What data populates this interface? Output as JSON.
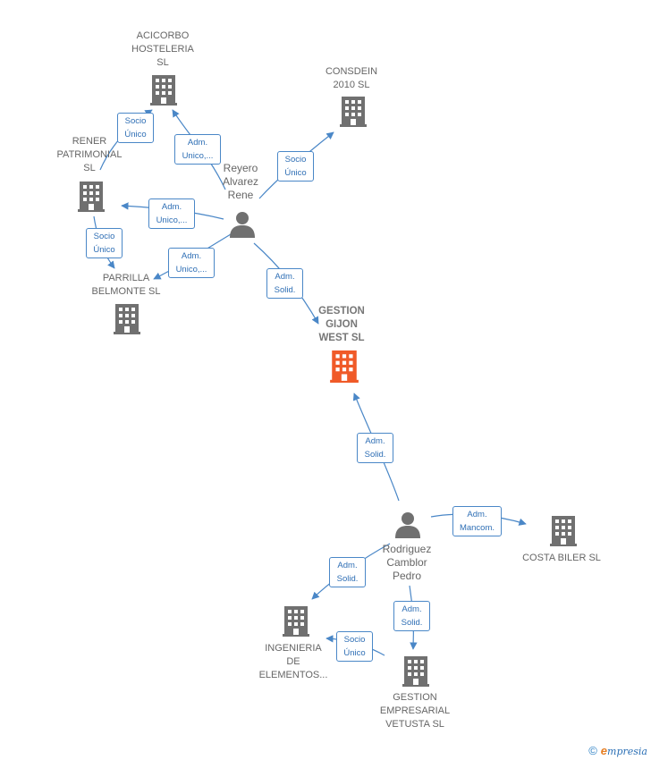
{
  "companies": [
    {
      "id": "acicorbo",
      "label": "ACICORBO\nHOSTELERIA\nSL"
    },
    {
      "id": "consdein",
      "label": "CONSDEIN\n2010 SL"
    },
    {
      "id": "rener",
      "label": "RENER\nPATRIMONIAL\nSL"
    },
    {
      "id": "parrilla",
      "label": "PARRILLA\nBELMONTE  SL"
    },
    {
      "id": "gestion-gijon",
      "label": "GESTION\nGIJON\nWEST  SL"
    },
    {
      "id": "costa-biler",
      "label": "COSTA BILER SL"
    },
    {
      "id": "ingenieria",
      "label": "INGENIERIA\nDE\nELEMENTOS..."
    },
    {
      "id": "gestion-vetusta",
      "label": "GESTION\nEMPRESARIAL\nVETUSTA SL"
    }
  ],
  "people": [
    {
      "id": "reyero",
      "label": "Reyero\nAlvarez\nRene"
    },
    {
      "id": "rodriguez",
      "label": "Rodriguez\nCamblor\nPedro"
    }
  ],
  "edges": [
    {
      "id": "e1",
      "label": "Socio\nÚnico"
    },
    {
      "id": "e2",
      "label": "Adm.\nUnico,..."
    },
    {
      "id": "e3",
      "label": "Socio\nÚnico"
    },
    {
      "id": "e4",
      "label": "Adm.\nUnico,..."
    },
    {
      "id": "e5",
      "label": "Socio\nÚnico"
    },
    {
      "id": "e6",
      "label": "Adm.\nUnico,..."
    },
    {
      "id": "e7",
      "label": "Adm.\nSolid."
    },
    {
      "id": "e8",
      "label": "Adm.\nSolid."
    },
    {
      "id": "e9",
      "label": "Adm.\nMancom."
    },
    {
      "id": "e10",
      "label": "Adm.\nSolid."
    },
    {
      "id": "e11",
      "label": "Adm.\nSolid."
    },
    {
      "id": "e12",
      "label": "Socio\nÚnico"
    }
  ],
  "colors": {
    "edge": "#4a87c7",
    "building": "#707070",
    "focus_building": "#f05a28",
    "person": "#707070"
  },
  "footer": {
    "copyright": "©",
    "brand_initial": "e",
    "brand_rest": "mpresia"
  }
}
